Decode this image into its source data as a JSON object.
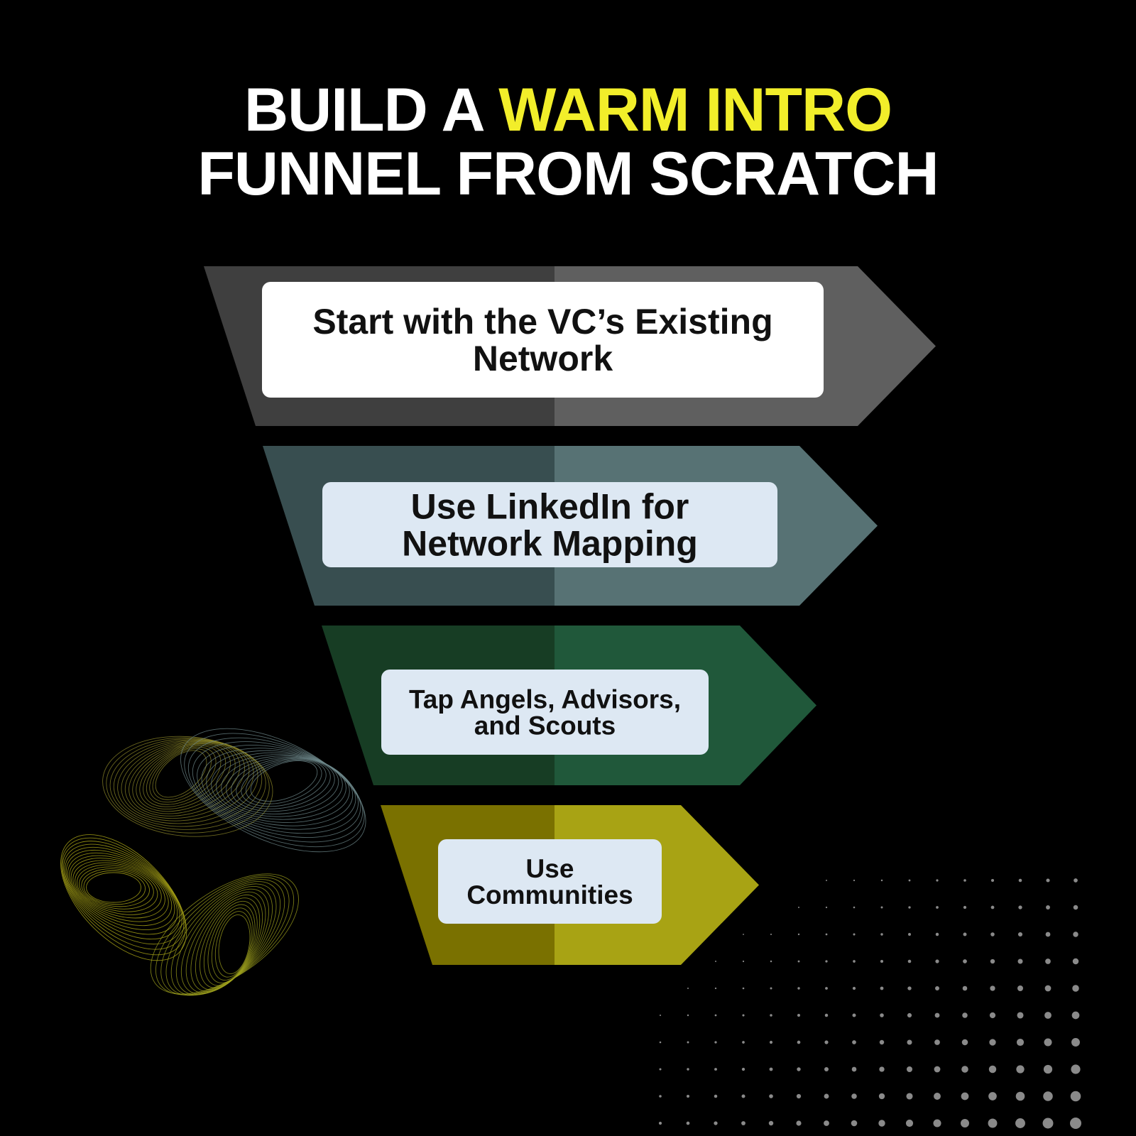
{
  "title": {
    "line1_prefix": "BUILD A",
    "line1_highlight": "WARM INTRO",
    "line2": "FUNNEL FROM SCRATCH",
    "highlight_color": "#f2ee2a"
  },
  "funnel": {
    "steps": [
      {
        "lines": [
          "Start with the VC’s Existing",
          "Network"
        ],
        "dark": "#3f3f3f",
        "light": "#5f5f5f",
        "box": "#ffffff"
      },
      {
        "lines": [
          "Use LinkedIn for",
          "Network Mapping"
        ],
        "dark": "#384e50",
        "light": "#577274",
        "box": "#dde8f3"
      },
      {
        "lines": [
          "Tap Angels, Advisors,",
          "and Scouts"
        ],
        "dark": "#173d24",
        "light": "#20583a",
        "box": "#dde8f3"
      },
      {
        "lines": [
          "Use",
          "Communities"
        ],
        "dark": "#7a7100",
        "light": "#a8a314",
        "box": "#dde8f3"
      }
    ]
  },
  "decorations": {
    "spiral_icon": "swirl-lines-icon",
    "dots_icon": "dot-grid-icon"
  }
}
